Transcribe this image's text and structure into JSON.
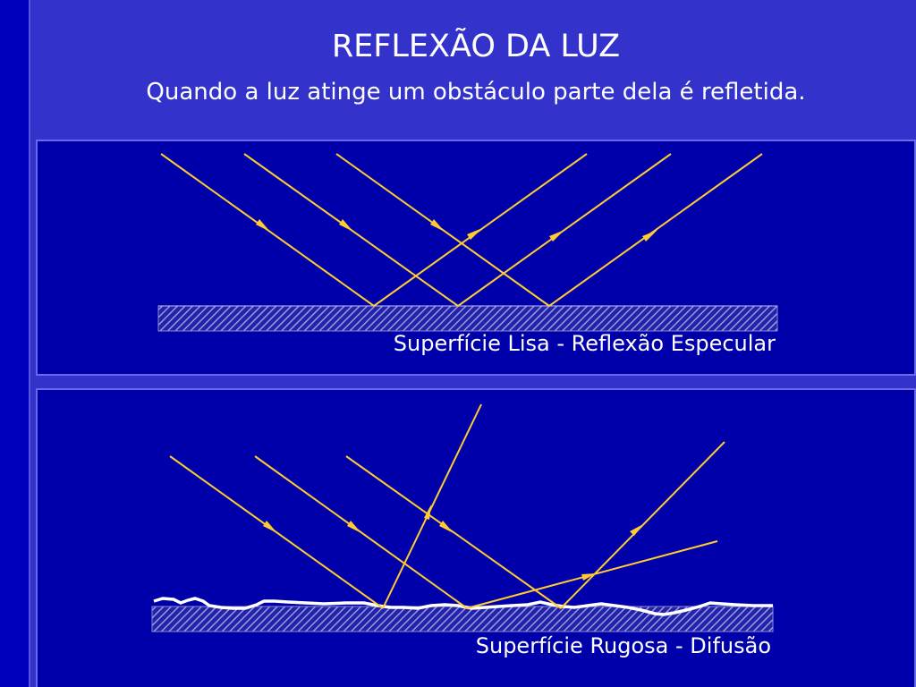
{
  "slide": {
    "title": "REFLEXÃO DA LUZ",
    "subtitle": "Quando a luz atinge um obstáculo parte dela é refletida."
  },
  "specular_panel": {
    "caption": "Superfície Lisa - Reflexão Especular"
  },
  "diffuse_panel": {
    "caption": "Superfície Rugosa - Difusão"
  },
  "colors": {
    "background": "#3333cc",
    "panel": "#0000aa",
    "ray": "#ffcc33",
    "surface_hatch": "#9999dd",
    "rough_edge": "#ffffff"
  }
}
